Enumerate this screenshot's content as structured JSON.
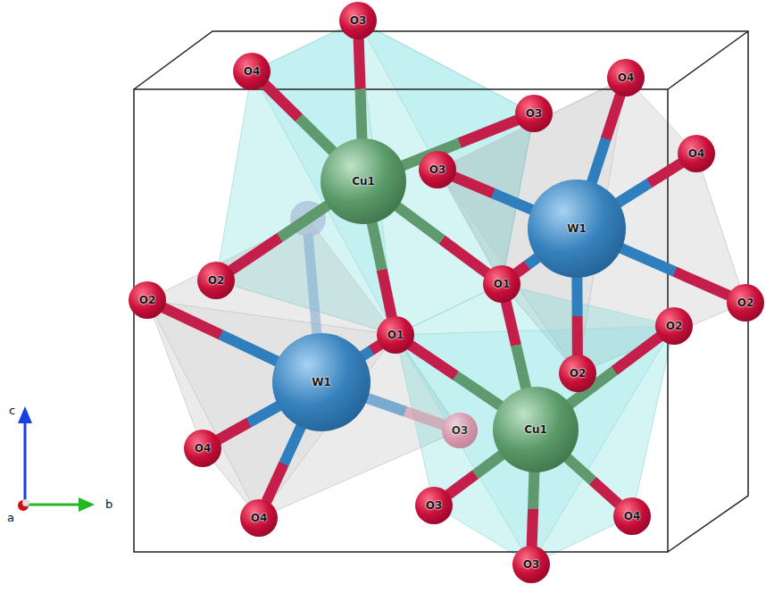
{
  "diagram": {
    "nodes": [
      {
        "text": [
          "O3"
        ]
      },
      {
        "text": [
          "O4"
        ]
      },
      {
        "text": [
          "O4"
        ]
      },
      {
        "text": [
          "O3"
        ]
      },
      {
        "text": [
          "O4"
        ]
      },
      {
        "text": [
          "O3"
        ]
      },
      {
        "text": [
          "Cu1"
        ]
      },
      {
        "text": [
          "W1"
        ]
      },
      {
        "text": [
          "O2"
        ]
      },
      {
        "text": [
          "O1"
        ]
      },
      {
        "text": [
          "O2"
        ]
      },
      {
        "text": [
          "O2"
        ]
      },
      {
        "text": [
          "O2"
        ]
      },
      {
        "text": [
          "O1"
        ]
      },
      {
        "text": [
          "O2"
        ]
      },
      {
        "text": [
          "W1"
        ]
      },
      {
        "text": [
          "Cu1"
        ]
      },
      {
        "text": [
          "O3"
        ]
      },
      {
        "text": [
          "O4"
        ]
      },
      {
        "text": [
          "O3"
        ]
      },
      {
        "text": [
          "O4"
        ]
      },
      {
        "text": [
          "O4"
        ]
      },
      {
        "text": [
          "O3"
        ]
      }
    ],
    "edges": [
      {
        "from": 6,
        "to": 0,
        "arrow": "none"
      },
      {
        "from": 6,
        "to": 1,
        "arrow": "none"
      },
      {
        "from": 6,
        "to": 3,
        "arrow": "none"
      },
      {
        "from": 6,
        "to": 8,
        "arrow": "none"
      },
      {
        "from": 6,
        "to": 13,
        "arrow": "none"
      },
      {
        "from": 6,
        "to": 9,
        "arrow": "none"
      },
      {
        "from": 7,
        "to": 2,
        "arrow": "none"
      },
      {
        "from": 7,
        "to": 4,
        "arrow": "none"
      },
      {
        "from": 7,
        "to": 5,
        "arrow": "none"
      },
      {
        "from": 7,
        "to": 11,
        "arrow": "none"
      },
      {
        "from": 7,
        "to": 14,
        "arrow": "none"
      },
      {
        "from": 7,
        "to": 9,
        "arrow": "none"
      },
      {
        "from": 15,
        "to": 10,
        "arrow": "none"
      },
      {
        "from": 15,
        "to": 13,
        "arrow": "none"
      },
      {
        "from": 15,
        "to": 18,
        "arrow": "none"
      },
      {
        "from": 15,
        "to": 21,
        "arrow": "none"
      },
      {
        "from": 15,
        "to": 17,
        "arrow": "none"
      },
      {
        "from": 16,
        "to": 13,
        "arrow": "none"
      },
      {
        "from": 16,
        "to": 9,
        "arrow": "none"
      },
      {
        "from": 16,
        "to": 19,
        "arrow": "none"
      },
      {
        "from": 16,
        "to": 20,
        "arrow": "none"
      },
      {
        "from": 16,
        "to": 22,
        "arrow": "none"
      },
      {
        "from": 16,
        "to": 12,
        "arrow": "none"
      }
    ],
    "labels": [
      "c",
      "b",
      "a"
    ]
  }
}
